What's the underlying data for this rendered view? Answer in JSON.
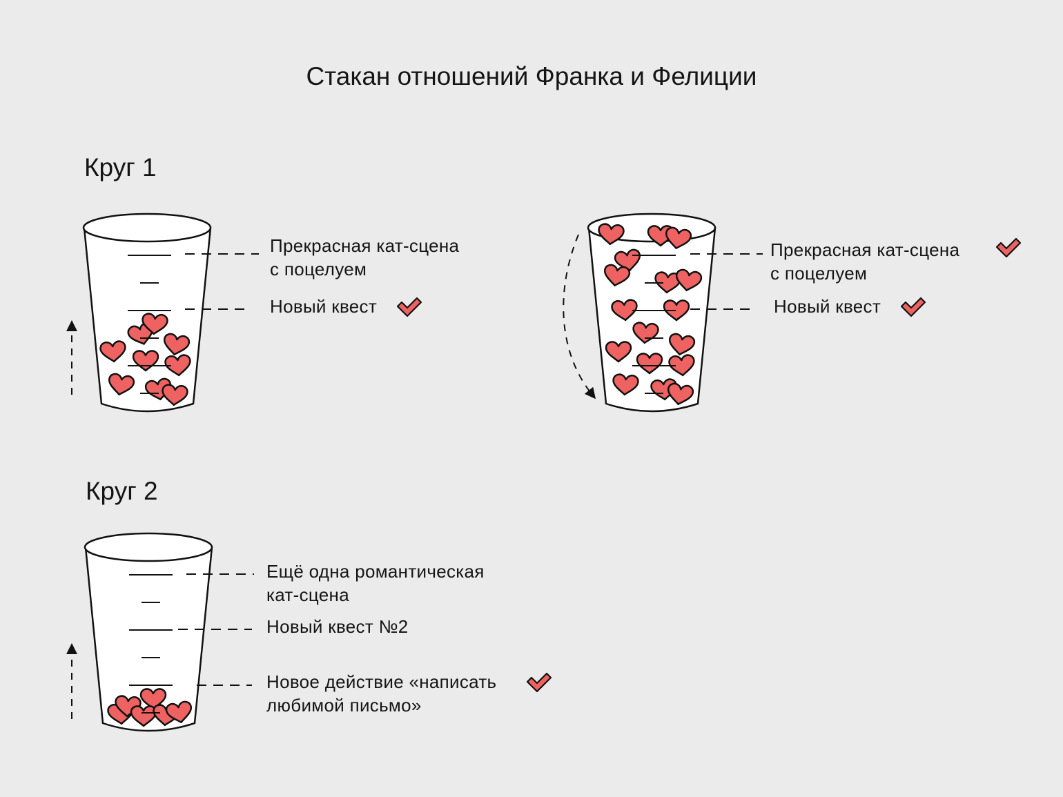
{
  "title": "Стакан отношений Франка и Фелиции",
  "rounds": [
    {
      "label": "Круг 1"
    },
    {
      "label": "Круг 2"
    }
  ],
  "glass1": {
    "labels": [
      "Прекрасная кат-сцена",
      "с поцелуем",
      "Новый квест"
    ],
    "checked": [
      "Новый квест"
    ]
  },
  "glass2": {
    "labels": [
      "Прекрасная кат-сцена",
      "с поцелуем",
      "Новый квест"
    ],
    "checked": [
      "Прекрасная кат-сцена с поцелуем",
      "Новый квест"
    ]
  },
  "glass3": {
    "labels": [
      "Ещё одна романтическая",
      "кат-сцена",
      "Новый квест №2",
      "Новое действие «написать",
      "любимой письмо»"
    ],
    "checked": [
      "Новое действие «написать любимой письмо»"
    ]
  },
  "colors": {
    "background": "#ebebeb",
    "heart": "#ee6262",
    "glass": "#ffffff",
    "stroke": "#111111"
  }
}
